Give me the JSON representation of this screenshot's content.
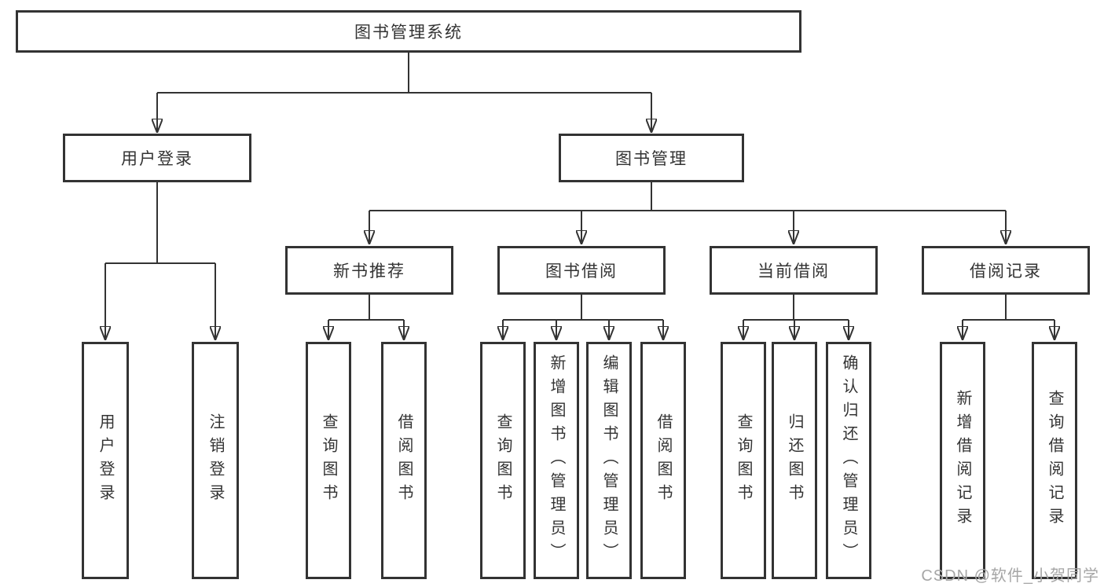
{
  "tree": {
    "label": "图书管理系统",
    "children": [
      {
        "label": "用户登录",
        "children": [
          {
            "label": "用户登录"
          },
          {
            "label": "注销登录"
          }
        ]
      },
      {
        "label": "图书管理",
        "children": [
          {
            "label": "新书推荐",
            "children": [
              {
                "label": "查询图书"
              },
              {
                "label": "借阅图书"
              }
            ]
          },
          {
            "label": "图书借阅",
            "children": [
              {
                "label": "查询图书"
              },
              {
                "label": "新增图书（管理员）"
              },
              {
                "label": "编辑图书（管理员）"
              },
              {
                "label": "借阅图书"
              }
            ]
          },
          {
            "label": "当前借阅",
            "children": [
              {
                "label": "查询图书"
              },
              {
                "label": "归还图书"
              },
              {
                "label": "确认归还（管理员）"
              }
            ]
          },
          {
            "label": "借阅记录",
            "children": [
              {
                "label": "新增借阅记录"
              },
              {
                "label": "查询借阅记录"
              }
            ]
          }
        ]
      }
    ]
  },
  "watermark": {
    "text": "CSDN @软件_小贺同学"
  },
  "colors": {
    "line": "#333333",
    "box_border": "#333333",
    "text": "#333333",
    "background": "#ffffff",
    "watermark": "#a6a6a6"
  }
}
